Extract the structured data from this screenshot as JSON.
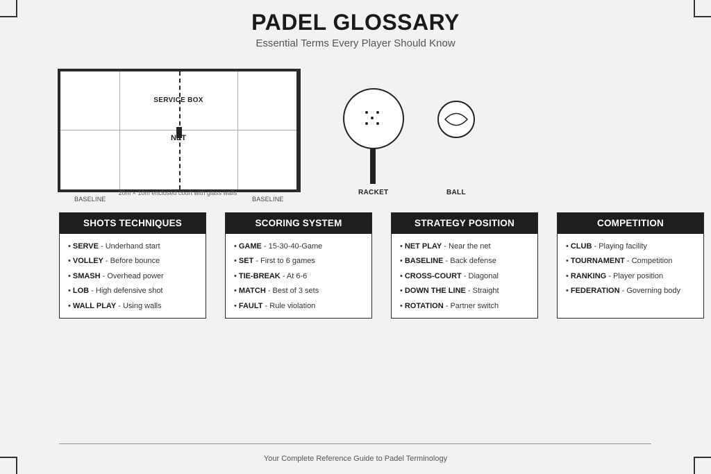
{
  "header": {
    "title": "PADEL GLOSSARY",
    "subtitle": "Essential Terms Every Player Should Know"
  },
  "court": {
    "service_box_label": "SERVICE BOX",
    "net_label": "NET",
    "caption": "20m × 10m enclosed court with glass walls",
    "baseline_left": "BASELINE",
    "baseline_right": "BASELINE"
  },
  "equipment": {
    "racket_label": "RACKET",
    "ball_label": "BALL"
  },
  "cards": [
    {
      "title": "SHOTS TECHNIQUES",
      "items": [
        {
          "term": "SERVE",
          "desc": "Underhand start"
        },
        {
          "term": "VOLLEY",
          "desc": "Before bounce"
        },
        {
          "term": "SMASH",
          "desc": "Overhead power"
        },
        {
          "term": "LOB",
          "desc": "High defensive shot"
        },
        {
          "term": "WALL PLAY",
          "desc": "Using walls"
        }
      ]
    },
    {
      "title": "SCORING SYSTEM",
      "items": [
        {
          "term": "GAME",
          "desc": "15-30-40-Game"
        },
        {
          "term": "SET",
          "desc": "First to 6 games"
        },
        {
          "term": "TIE-BREAK",
          "desc": "At 6-6"
        },
        {
          "term": "MATCH",
          "desc": "Best of 3 sets"
        },
        {
          "term": "FAULT",
          "desc": "Rule violation"
        }
      ]
    },
    {
      "title": "STRATEGY POSITION",
      "items": [
        {
          "term": "NET PLAY",
          "desc": "Near the net"
        },
        {
          "term": "BASELINE",
          "desc": "Back defense"
        },
        {
          "term": "CROSS-COURT",
          "desc": "Diagonal"
        },
        {
          "term": "DOWN THE LINE",
          "desc": "Straight"
        },
        {
          "term": "ROTATION",
          "desc": "Partner switch"
        }
      ]
    },
    {
      "title": "COMPETITION",
      "items": [
        {
          "term": "CLUB",
          "desc": "Playing facility"
        },
        {
          "term": "TOURNAMENT",
          "desc": "Competition"
        },
        {
          "term": "RANKING",
          "desc": "Player position"
        },
        {
          "term": "FEDERATION",
          "desc": "Governing body"
        }
      ]
    }
  ],
  "footer": {
    "text": "Your Complete Reference Guide to Padel Terminology"
  }
}
